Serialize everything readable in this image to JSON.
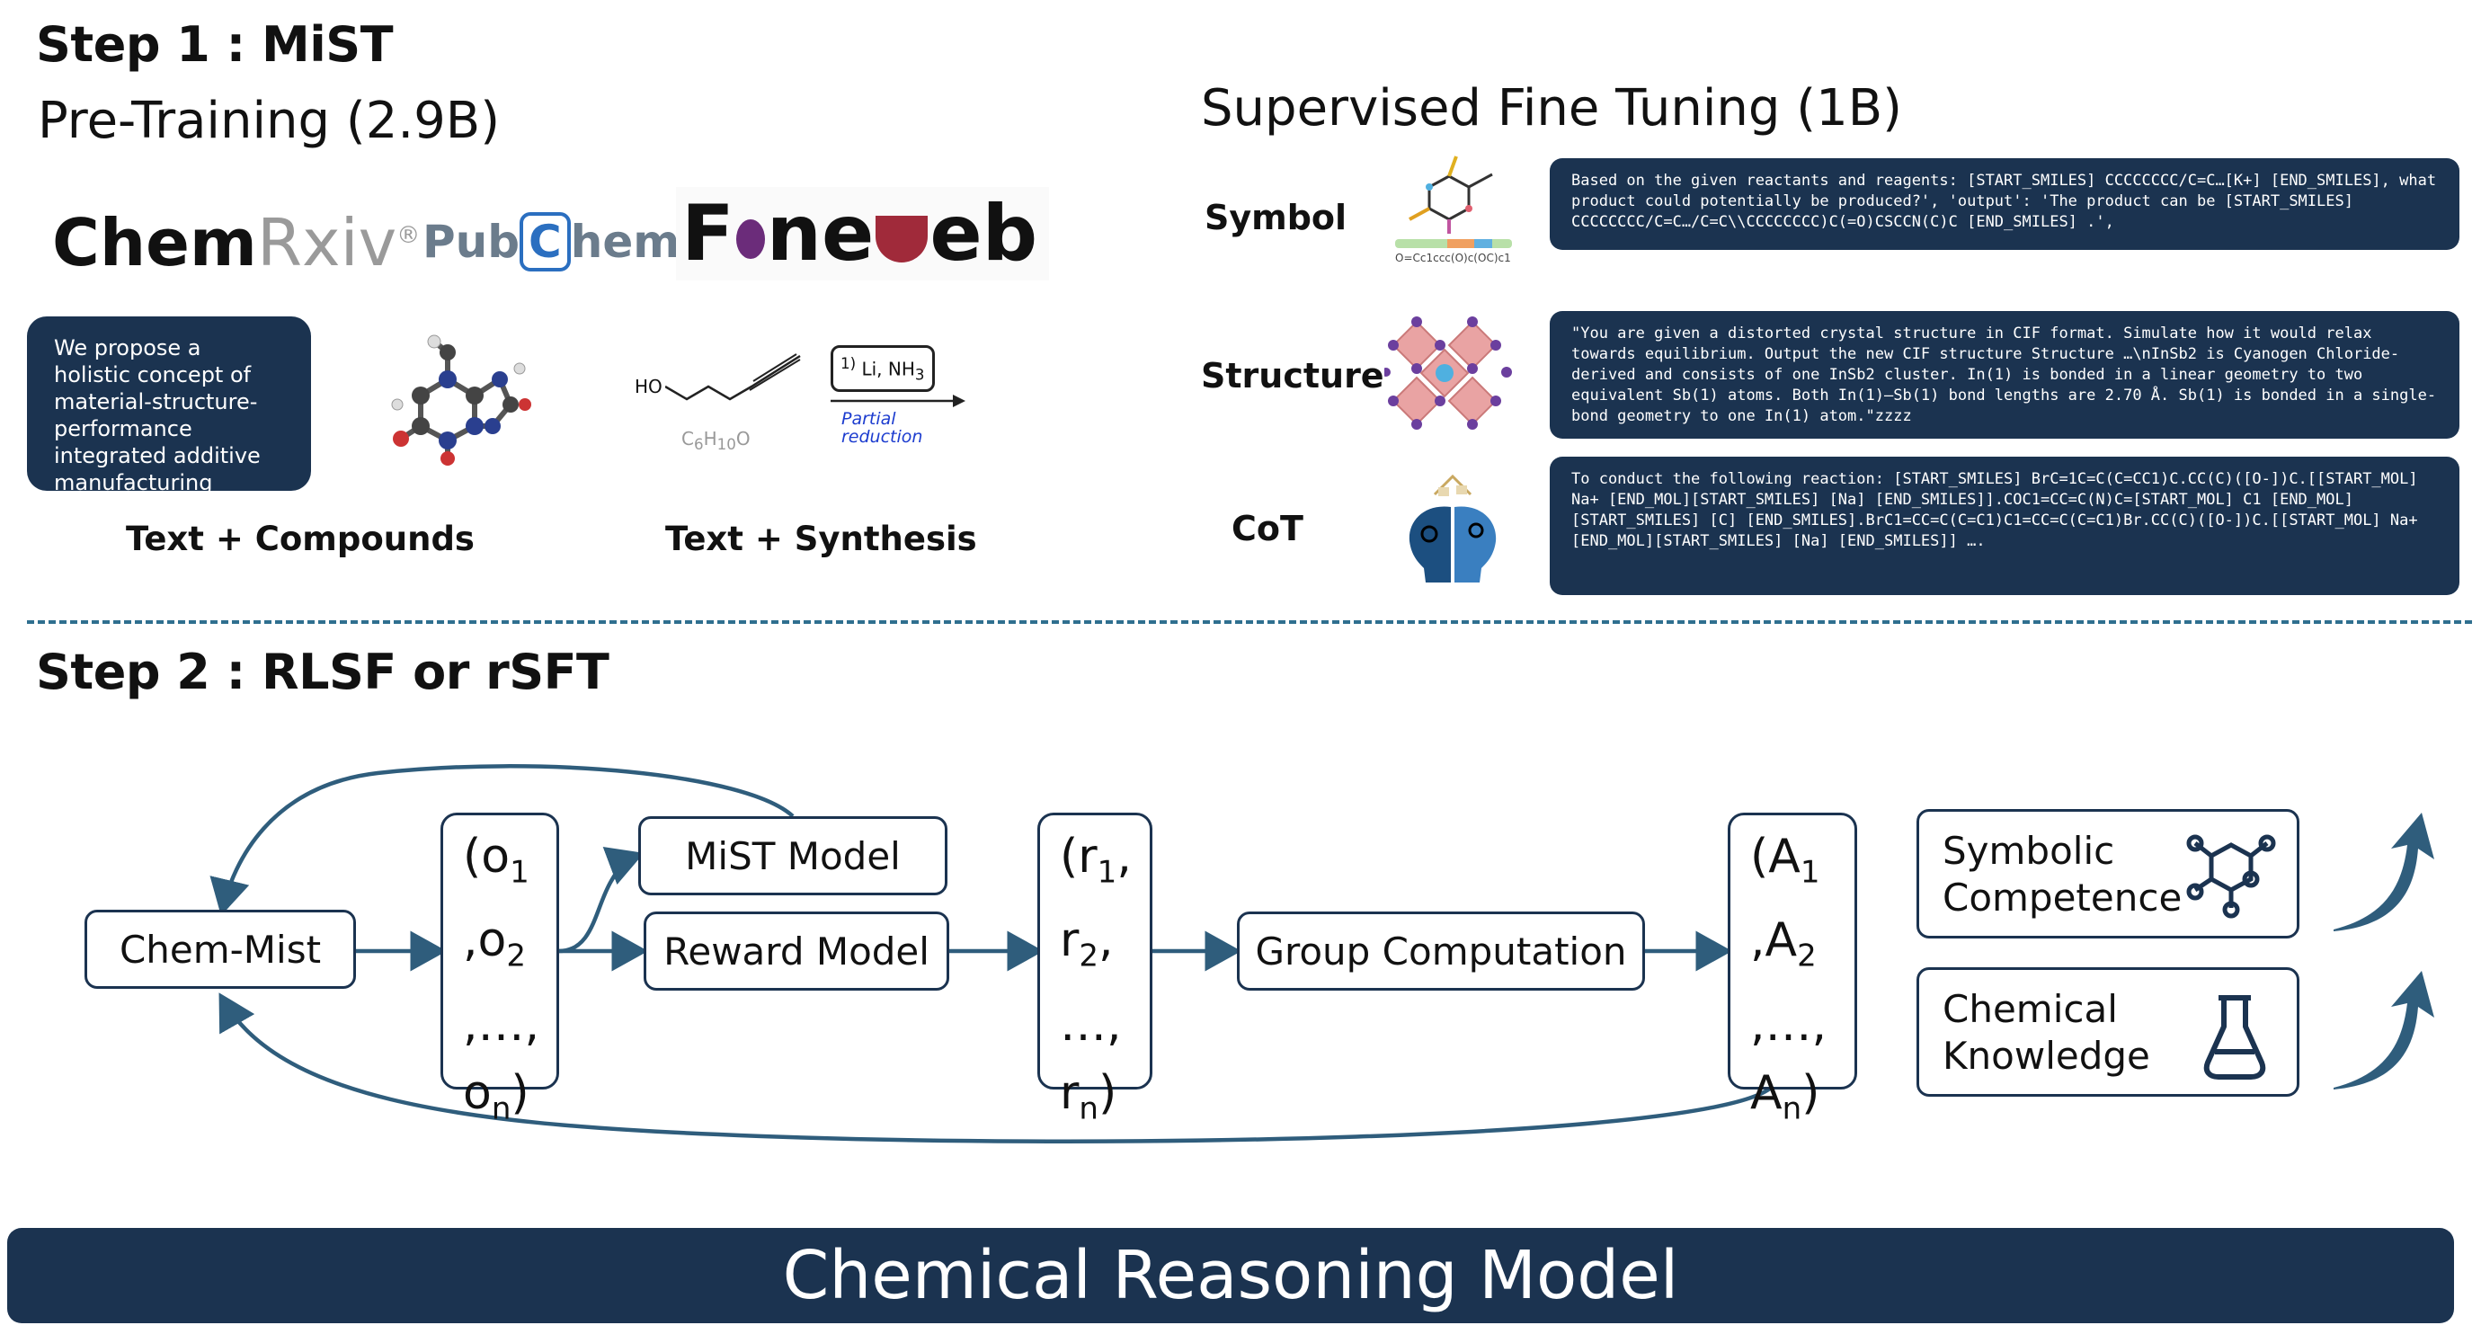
{
  "step1": {
    "title": "Step 1 : MiST",
    "pretraining": "Pre-Training (2.9B)",
    "sft_title": "Supervised Fine Tuning (1B)"
  },
  "logos": {
    "chemrxiv_a": "Chem",
    "chemrxiv_b": "Rxiv",
    "chemrxiv_reg": "®",
    "pubchem_a": "Pub",
    "pubchem_c": "C",
    "pubchem_b": "hem",
    "fineweb_a": "F",
    "fineweb_b": "ne",
    "fineweb_c": "eb"
  },
  "note_text": "We propose a holistic concept of material-structure-performance integrated additive manufacturing",
  "synthesis": {
    "reagent_num": "1)",
    "reagent": "Li, NH",
    "reagent_sub": "3",
    "ho": "HO",
    "formula_a": "C",
    "formula_b": "6",
    "formula_c": "H",
    "formula_d": "10",
    "formula_e": "O",
    "partial": "Partial",
    "reduction": "reduction"
  },
  "captions": {
    "compounds": "Text + Compounds",
    "synthesis": "Text + Synthesis"
  },
  "sft": {
    "symbol_label": "Symbol",
    "symbol_smiles": "O=Cc1ccc(O)c(OC)c1",
    "symbol_text": "Based on the given reactants and reagents: [START_SMILES] CCCCCCCC/C=C…[K+] [END_SMILES], what product could potentially be produced?', 'output': 'The product can be [START_SMILES] CCCCCCCC/C=C…/C=C\\\\CCCCCCCC)C(=O)CSCCN(C)C [END_SMILES] .',",
    "structure_label": "Structure",
    "structure_text": "\"You are given a distorted crystal structure in CIF format. Simulate how it would relax towards equilibrium. Output the new CIF structure Structure …\\nInSb2 is Cyanogen Chloride-derived and consists of one InSb2 cluster. In(1) is bonded in a linear geometry to two equivalent Sb(1) atoms. Both In(1)–Sb(1) bond lengths are 2.70 Å. Sb(1) is bonded in a single-bond geometry to one In(1) atom.\"zzzz",
    "cot_label": "CoT",
    "cot_text": "To conduct the following reaction: [START_SMILES] BrC=1C=C(C=CC1)C.CC(C)([O-])C.[[START_MOL] Na+ [END_MOL][START_SMILES] [Na] [END_SMILES]].COC1=CC=C(N)C=[START_MOL] C1 [END_MOL][START_SMILES] [C] [END_SMILES].BrC1=CC=C(C=C1)C1=CC=C(C=C1)Br.CC(C)([O-])C.[[START_MOL] Na+ [END_MOL][START_SMILES] [Na] [END_SMILES]] …."
  },
  "step2": {
    "title": "Step 2 : RLSF or rSFT",
    "chem_mist": "Chem-Mist",
    "mist_model": "MiST Model",
    "reward_model": "Reward Model",
    "group_computation": "Group Computation",
    "o": [
      "(o",
      "1",
      ",o",
      "2",
      ",…,",
      "o",
      "n",
      ")"
    ],
    "r": [
      "(r",
      "1",
      ",",
      "r",
      "2",
      ",",
      "…,",
      "r",
      "n",
      ")"
    ],
    "a": [
      "(A",
      "1",
      ",A",
      "2",
      ",…,",
      "A",
      "n",
      ")"
    ],
    "symbolic": [
      "Symbolic",
      "Competence"
    ],
    "knowledge": [
      "Chemical",
      "Knowledge"
    ]
  },
  "banner": "Chemical Reasoning Model",
  "colors": {
    "navy": "#1b3350",
    "arrow": "#2f5d7c",
    "dash": "#2f6f8f"
  }
}
